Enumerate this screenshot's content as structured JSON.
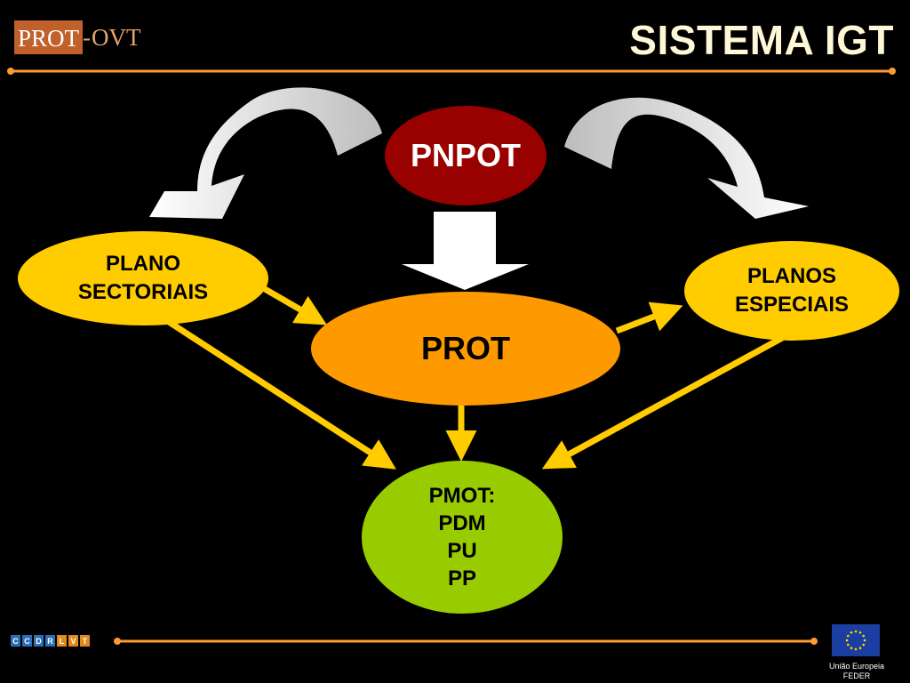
{
  "header": {
    "logo_prot": "PROT",
    "logo_dash": "-",
    "logo_ovt": "OVT",
    "title": "SISTEMA IGT"
  },
  "diagram": {
    "nodes": {
      "pnpot": "PNPOT",
      "plano_sectoriais_line1": "PLANO",
      "plano_sectoriais_line2": "SECTORIAIS",
      "planos_especiais_line1": "PLANOS",
      "planos_especiais_line2": "ESPECIAIS",
      "prot": "PROT",
      "pmot_line1": "PMOT:",
      "pmot_line2": "PDM",
      "pmot_line3": "PU",
      "pmot_line4": "PP"
    },
    "colors": {
      "pnpot": "#990000",
      "yellow": "#ffcc00",
      "orange": "#ff9900",
      "green": "#99cc00",
      "arrow": "#ffcc00",
      "rule": "#ff9933"
    }
  },
  "footer": {
    "letters": [
      "C",
      "C",
      "D",
      "R",
      "L",
      "V",
      "T"
    ],
    "eu_caption_line1": "União Europeia",
    "eu_caption_line2": "FEDER"
  }
}
